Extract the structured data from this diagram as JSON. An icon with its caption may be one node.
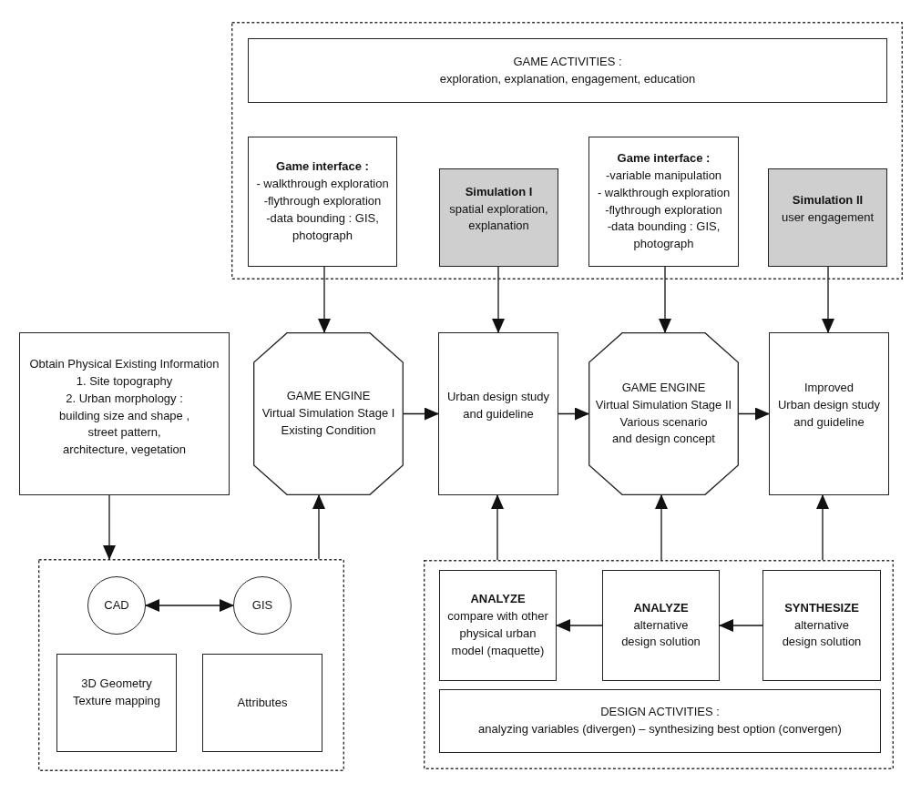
{
  "diagram": {
    "nodes": [
      {
        "text": [],
        "shape": "box"
      },
      {
        "text": [
          "GAME ACTIVITIES :",
          "exploration, explanation, engagement, education"
        ],
        "in": 0
      },
      {
        "text": [
          "Game interface :",
          "- walkthrough exploration",
          "-flythrough exploration",
          "-data bounding : GIS, photograph"
        ],
        "in": 0
      },
      {
        "text": [
          "Simulation I",
          "spatial exploration, explanation"
        ],
        "in": 0
      },
      {
        "text": [
          "Game interface :",
          "-variable manipulation",
          "- walkthrough exploration",
          "-flythrough exploration",
          "-data bounding : GIS, photograph"
        ],
        "in": 0
      },
      {
        "text": [
          "Simulation II",
          "user engagement"
        ],
        "in": 0
      },
      {
        "text": [
          "Obtain Physical Existing Information",
          "1. Site topography",
          "2. Urban morphology : building size and shape , street pattern, architecture, vegetation"
        ]
      },
      {
        "text": [
          "GAME ENGINE",
          "Virtual Simulation Stage I",
          "Existing Condition"
        ]
      },
      {
        "text": [
          "Urban design study and guideline"
        ]
      },
      {
        "text": [
          "GAME ENGINE",
          "Virtual Simulation Stage II",
          "Various scenario and design concept"
        ]
      },
      {
        "text": [
          "Improved",
          "Urban design study and guideline"
        ]
      },
      {
        "text": [],
        "shape": "box"
      },
      {
        "text": [
          "CAD"
        ],
        "in": 11
      },
      {
        "text": [
          "GIS"
        ],
        "in": 11
      },
      {
        "text": [
          "3D Geometry Texture mapping"
        ],
        "in": 11
      },
      {
        "text": [
          "Attributes"
        ],
        "in": 11
      },
      {
        "text": [],
        "shape": "box"
      },
      {
        "text": [
          "ANALYZE",
          "compare with other physical urban model (maquette)"
        ],
        "in": 16
      },
      {
        "text": [
          "ANALYZE",
          "alternative design solution"
        ],
        "in": 16
      },
      {
        "text": [
          "SYNTHESIZE",
          "alternative design solution"
        ],
        "in": 16
      },
      {
        "text": [
          "DESIGN ACTIVITIES :",
          "analyzing variables (divergen) – synthesizing best option (convergen)"
        ],
        "in": 16
      }
    ],
    "edges": [
      {
        "from": 2,
        "to": 7,
        "arrow": "to"
      },
      {
        "from": 3,
        "to": 8,
        "arrow": "to"
      },
      {
        "from": 4,
        "to": 9,
        "arrow": "to"
      },
      {
        "from": 5,
        "to": 10,
        "arrow": "to"
      },
      {
        "from": 7,
        "to": 8,
        "arrow": "to"
      },
      {
        "from": 8,
        "to": 9,
        "arrow": "to"
      },
      {
        "from": 9,
        "to": 10,
        "arrow": "to"
      },
      {
        "from": 6,
        "to": 11,
        "arrow": "to"
      },
      {
        "from": 11,
        "to": 7,
        "arrow": "to"
      },
      {
        "from": 12,
        "to": 13,
        "arrow": "both"
      },
      {
        "from": 16,
        "to": 8,
        "arrow": "to"
      },
      {
        "from": 16,
        "to": 9,
        "arrow": "to"
      },
      {
        "from": 16,
        "to": 10,
        "arrow": "to"
      },
      {
        "from": 19,
        "to": 18,
        "arrow": "to"
      },
      {
        "from": 18,
        "to": 17,
        "arrow": "to"
      }
    ]
  }
}
